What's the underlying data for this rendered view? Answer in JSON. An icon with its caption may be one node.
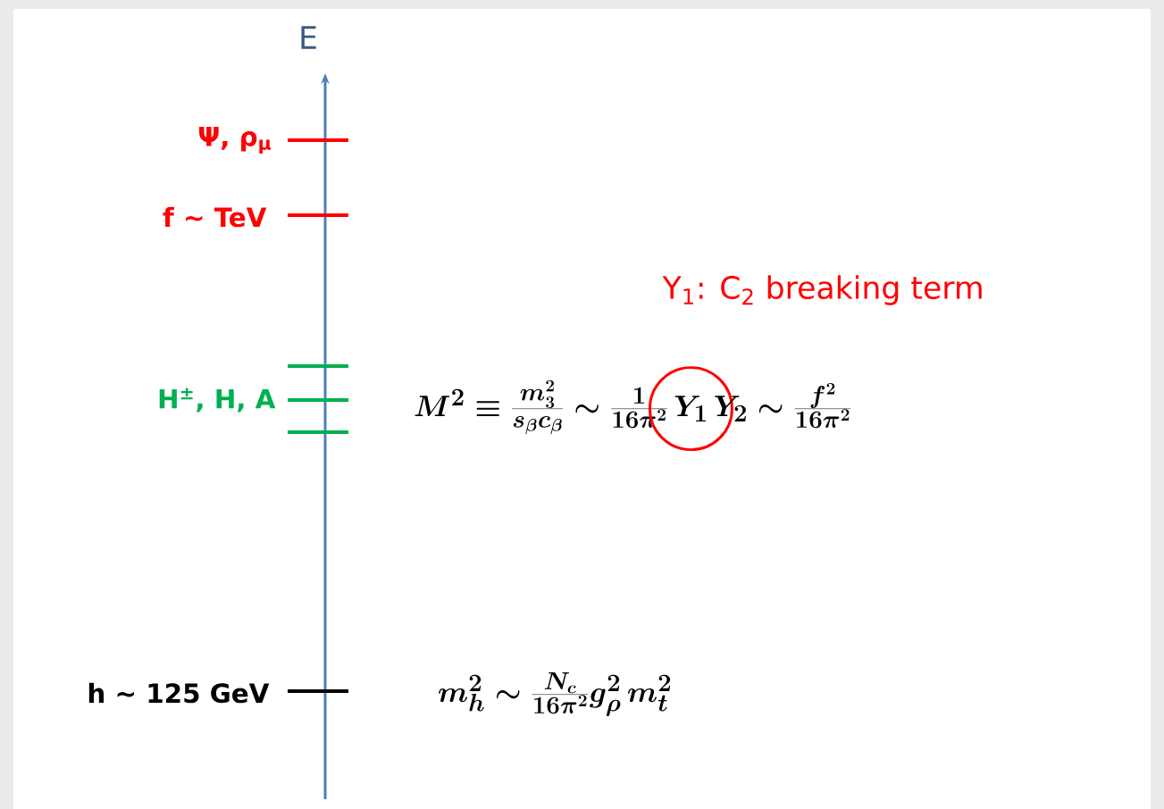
{
  "diagram": {
    "labels": [
      "E",
      "Ψ, ρ$_{μ}$",
      "f ~ TeV",
      "Y$_{1}$: C$_{2}$ breaking term",
      "H$^{±}$, H, A",
      "M^2 \\equiv \\frac{m_3^2}{s_\\beta c_\\beta} \\sim \\frac{1}{16\\pi^2}",
      "Y_1",
      "Y_2 \\sim \\frac{f^2}{16\\pi^2}",
      "h ~ 125 GeV",
      "m_h^2 \\sim \\frac{N_c}{16\\pi^2} g_\\rho^2\\, m_t^2"
    ]
  }
}
